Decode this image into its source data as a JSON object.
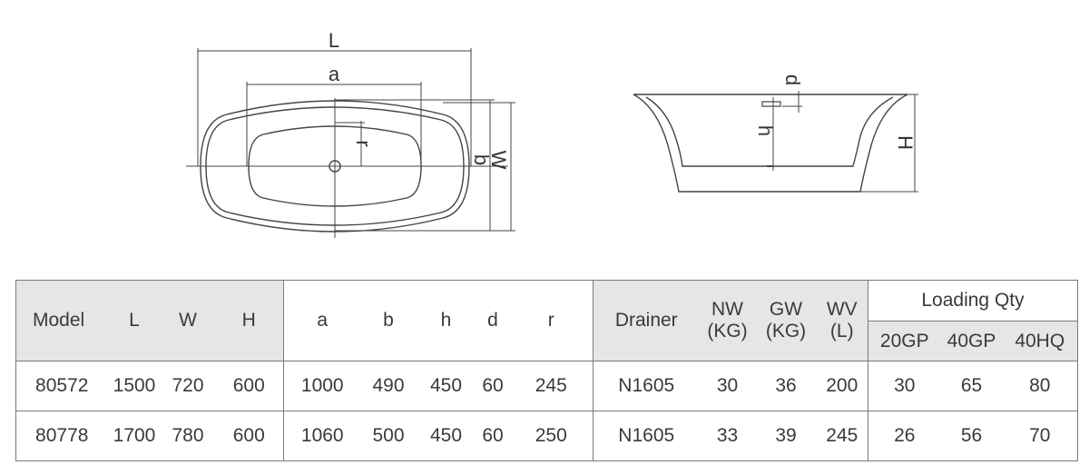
{
  "diagram": {
    "top_view": {
      "dim_labels": {
        "L": "L",
        "a": "a",
        "r": "r",
        "b": "b",
        "W": "W"
      }
    },
    "side_view": {
      "dim_labels": {
        "d": "d",
        "h": "h",
        "H": "H"
      }
    }
  },
  "table": {
    "headers": {
      "model": "Model",
      "L": "L",
      "W": "W",
      "H": "H",
      "a": "a",
      "b": "b",
      "h": "h",
      "d": "d",
      "r": "r",
      "drainer": "Drainer",
      "nw_1": "NW",
      "nw_2": "(KG)",
      "gw_1": "GW",
      "gw_2": "(KG)",
      "wv_1": "WV",
      "wv_2": "(L)",
      "loading": "Loading Qty",
      "gp20": "20GP",
      "gp40": "40GP",
      "hq40": "40HQ"
    },
    "rows": [
      {
        "model": "80572",
        "L": "1500",
        "W": "720",
        "H": "600",
        "a": "1000",
        "b": "490",
        "h": "450",
        "d": "60",
        "r": "245",
        "drainer": "N1605",
        "nw": "30",
        "gw": "36",
        "wv": "200",
        "gp20": "30",
        "gp40": "65",
        "hq40": "80"
      },
      {
        "model": "80778",
        "L": "1700",
        "W": "780",
        "H": "600",
        "a": "1060",
        "b": "500",
        "h": "450",
        "d": "60",
        "r": "250",
        "drainer": "N1605",
        "nw": "33",
        "gw": "39",
        "wv": "245",
        "gp20": "26",
        "gp40": "56",
        "hq40": "70"
      }
    ]
  }
}
